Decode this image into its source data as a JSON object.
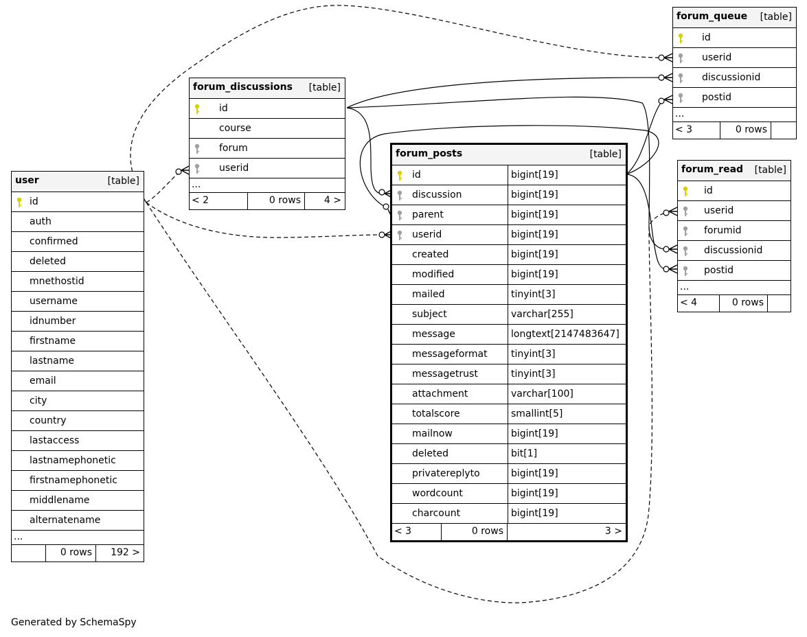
{
  "footer_text": "Generated by SchemaSpy",
  "colors": {
    "primary_key": "#d9d000",
    "foreign_key": "#a0a0a0",
    "header_bg": "#f4f4f4"
  },
  "tables": {
    "user": {
      "name": "user",
      "type": "[table]",
      "columns": [
        "id",
        "auth",
        "confirmed",
        "deleted",
        "mnethostid",
        "username",
        "idnumber",
        "firstname",
        "lastname",
        "email",
        "city",
        "country",
        "lastaccess",
        "lastnamephonetic",
        "firstnamephonetic",
        "middlename",
        "alternatename"
      ],
      "more": "...",
      "footer": {
        "parents": "",
        "rows": "0 rows",
        "children": "192 >"
      }
    },
    "forum_discussions": {
      "name": "forum_discussions",
      "type": "[table]",
      "columns": [
        "id",
        "course",
        "forum",
        "userid"
      ],
      "more": "...",
      "footer": {
        "parents": "< 2",
        "rows": "0 rows",
        "children": "4 >"
      }
    },
    "forum_posts": {
      "name": "forum_posts",
      "type": "[table]",
      "columns": [
        {
          "name": "id",
          "type": "bigint[19]"
        },
        {
          "name": "discussion",
          "type": "bigint[19]"
        },
        {
          "name": "parent",
          "type": "bigint[19]"
        },
        {
          "name": "userid",
          "type": "bigint[19]"
        },
        {
          "name": "created",
          "type": "bigint[19]"
        },
        {
          "name": "modified",
          "type": "bigint[19]"
        },
        {
          "name": "mailed",
          "type": "tinyint[3]"
        },
        {
          "name": "subject",
          "type": "varchar[255]"
        },
        {
          "name": "message",
          "type": "longtext[2147483647]"
        },
        {
          "name": "messageformat",
          "type": "tinyint[3]"
        },
        {
          "name": "messagetrust",
          "type": "tinyint[3]"
        },
        {
          "name": "attachment",
          "type": "varchar[100]"
        },
        {
          "name": "totalscore",
          "type": "smallint[5]"
        },
        {
          "name": "mailnow",
          "type": "bigint[19]"
        },
        {
          "name": "deleted",
          "type": "bit[1]"
        },
        {
          "name": "privatereplyto",
          "type": "bigint[19]"
        },
        {
          "name": "wordcount",
          "type": "bigint[19]"
        },
        {
          "name": "charcount",
          "type": "bigint[19]"
        }
      ],
      "footer": {
        "parents": "< 3",
        "rows": "0 rows",
        "children": "3 >"
      }
    },
    "forum_queue": {
      "name": "forum_queue",
      "type": "[table]",
      "columns": [
        "id",
        "userid",
        "discussionid",
        "postid"
      ],
      "more": "...",
      "footer": {
        "parents": "< 3",
        "rows": "0 rows",
        "children": ""
      }
    },
    "forum_read": {
      "name": "forum_read",
      "type": "[table]",
      "columns": [
        "id",
        "userid",
        "forumid",
        "discussionid",
        "postid"
      ],
      "more": "...",
      "footer": {
        "parents": "< 4",
        "rows": "0 rows",
        "children": ""
      }
    }
  }
}
